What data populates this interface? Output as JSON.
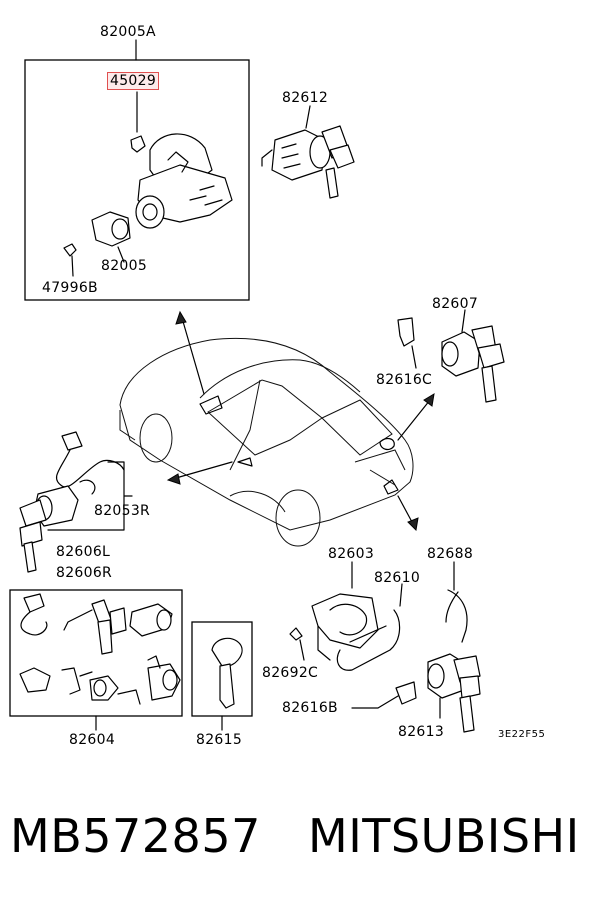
{
  "diagram": {
    "labels": {
      "l82005A": "82005A",
      "l45029": "45029",
      "l82612": "82612",
      "l82005": "82005",
      "l47996B": "47996B",
      "l82607": "82607",
      "l82616C": "82616C",
      "l82053R": "82053R",
      "l82606L": "82606L",
      "l82606R": "82606R",
      "l82603": "82603",
      "l82688": "82688",
      "l82610": "82610",
      "l82692C": "82692C",
      "l82616B": "82616B",
      "l82613": "82613",
      "l82604": "82604",
      "l82615": "82615",
      "code": "3E22F55"
    },
    "highlight_color": "#e05050"
  },
  "footer": {
    "part_number": "MB572857",
    "brand": "MITSUBISHI"
  }
}
